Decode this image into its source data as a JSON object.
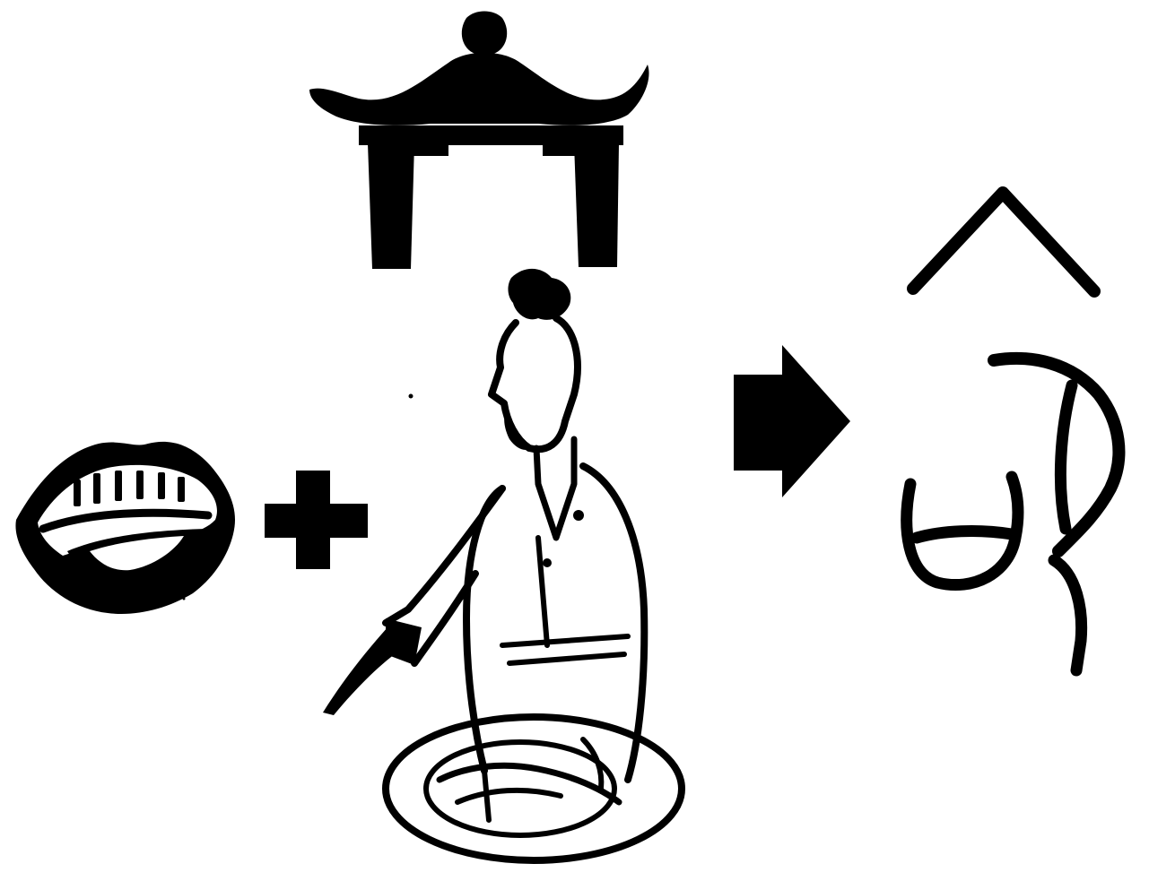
{
  "diagram": {
    "ink_color": "#000000",
    "background_color": "#ffffff",
    "elements": [
      {
        "key": "mouth",
        "icon": "mouth-icon"
      },
      {
        "key": "plus",
        "icon": "plus-icon"
      },
      {
        "key": "pavilion",
        "icon": "pavilion-roof-icon"
      },
      {
        "key": "kneeling_man",
        "icon": "kneeling-man-pointing-icon"
      },
      {
        "key": "arrow",
        "icon": "arrow-right-icon"
      },
      {
        "key": "glyph",
        "icon": "ancient-character-glyph-icon"
      }
    ]
  }
}
